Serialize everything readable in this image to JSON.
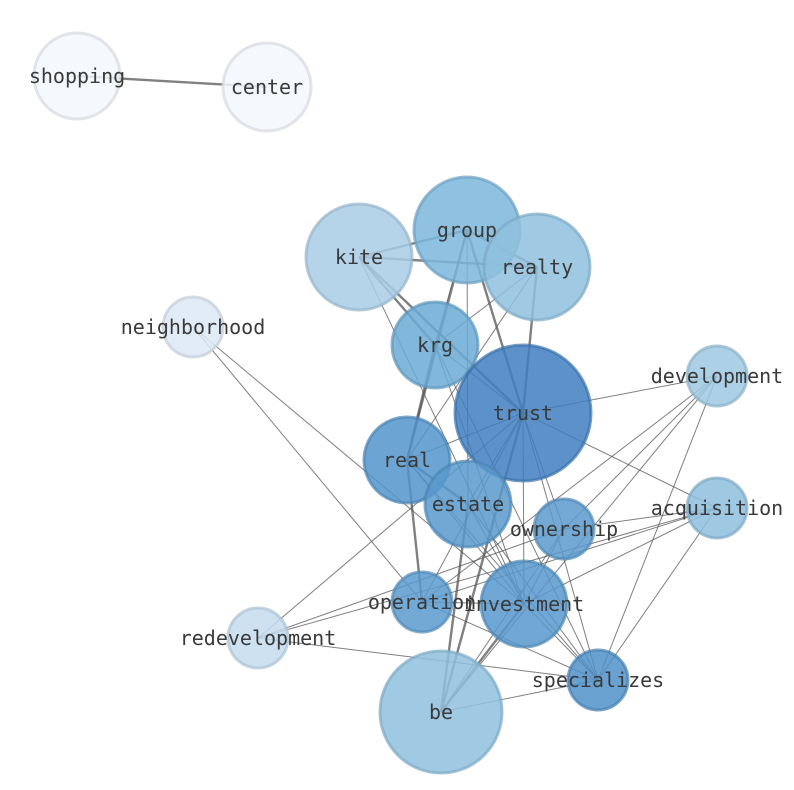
{
  "graph": {
    "nodes": [
      {
        "id": "shopping",
        "label": "shopping",
        "color": "#f3f8fd"
      },
      {
        "id": "center",
        "label": "center",
        "color": "#f3f8fd"
      },
      {
        "id": "group",
        "label": "group",
        "color": "#7bb6da"
      },
      {
        "id": "kite",
        "label": "kite",
        "color": "#a9cde5"
      },
      {
        "id": "realty",
        "label": "realty",
        "color": "#8fc1de"
      },
      {
        "id": "neighborhood",
        "label": "neighborhood",
        "color": "#dce9f6"
      },
      {
        "id": "krg",
        "label": "krg",
        "color": "#6aaad4"
      },
      {
        "id": "trust",
        "label": "trust",
        "color": "#3f7fc0"
      },
      {
        "id": "development",
        "label": "development",
        "color": "#9ec8e2"
      },
      {
        "id": "real",
        "label": "real",
        "color": "#5295cb"
      },
      {
        "id": "estate",
        "label": "estate",
        "color": "#5899cd"
      },
      {
        "id": "acquisition",
        "label": "acquisition",
        "color": "#8ebfdd"
      },
      {
        "id": "ownership",
        "label": "ownership",
        "color": "#5a9acd"
      },
      {
        "id": "operation",
        "label": "operation",
        "color": "#5b9bce"
      },
      {
        "id": "investment",
        "label": "investment",
        "color": "#5898cd"
      },
      {
        "id": "redevelopment",
        "label": "redevelopment",
        "color": "#c4dcee"
      },
      {
        "id": "specializes",
        "label": "specializes",
        "color": "#4f90c8"
      },
      {
        "id": "be",
        "label": "be",
        "color": "#8fc1de"
      }
    ],
    "edges": [
      {
        "source": "shopping",
        "target": "center",
        "weight": 2
      },
      {
        "source": "group",
        "target": "kite",
        "weight": 2
      },
      {
        "source": "group",
        "target": "realty",
        "weight": 2
      },
      {
        "source": "kite",
        "target": "realty",
        "weight": 2
      },
      {
        "source": "group",
        "target": "krg",
        "weight": 1
      },
      {
        "source": "group",
        "target": "trust",
        "weight": 2
      },
      {
        "source": "group",
        "target": "real",
        "weight": 2
      },
      {
        "source": "group",
        "target": "estate",
        "weight": 1
      },
      {
        "source": "kite",
        "target": "trust",
        "weight": 2
      },
      {
        "source": "kite",
        "target": "krg",
        "weight": 2
      },
      {
        "source": "kite",
        "target": "investment",
        "weight": 1
      },
      {
        "source": "realty",
        "target": "trust",
        "weight": 2
      },
      {
        "source": "realty",
        "target": "krg",
        "weight": 1
      },
      {
        "source": "realty",
        "target": "real",
        "weight": 1
      },
      {
        "source": "krg",
        "target": "trust",
        "weight": 1
      },
      {
        "source": "krg",
        "target": "real",
        "weight": 2
      },
      {
        "source": "krg",
        "target": "investment",
        "weight": 1
      },
      {
        "source": "krg",
        "target": "specializes",
        "weight": 1
      },
      {
        "source": "trust",
        "target": "real",
        "weight": 1
      },
      {
        "source": "trust",
        "target": "estate",
        "weight": 1
      },
      {
        "source": "trust",
        "target": "investment",
        "weight": 1
      },
      {
        "source": "trust",
        "target": "be",
        "weight": 2
      },
      {
        "source": "trust",
        "target": "specializes",
        "weight": 1
      },
      {
        "source": "trust",
        "target": "ownership",
        "weight": 1
      },
      {
        "source": "trust",
        "target": "operation",
        "weight": 1
      },
      {
        "source": "trust",
        "target": "development",
        "weight": 1
      },
      {
        "source": "trust",
        "target": "acquisition",
        "weight": 1
      },
      {
        "source": "trust",
        "target": "redevelopment",
        "weight": 1
      },
      {
        "source": "real",
        "target": "estate",
        "weight": 2
      },
      {
        "source": "real",
        "target": "operation",
        "weight": 2
      },
      {
        "source": "real",
        "target": "investment",
        "weight": 1
      },
      {
        "source": "real",
        "target": "specializes",
        "weight": 1
      },
      {
        "source": "estate",
        "target": "be",
        "weight": 2
      },
      {
        "source": "estate",
        "target": "investment",
        "weight": 1
      },
      {
        "source": "estate",
        "target": "specializes",
        "weight": 1
      },
      {
        "source": "neighborhood",
        "target": "operation",
        "weight": 1
      },
      {
        "source": "neighborhood",
        "target": "investment",
        "weight": 1
      },
      {
        "source": "development",
        "target": "operation",
        "weight": 1
      },
      {
        "source": "development",
        "target": "ownership",
        "weight": 1
      },
      {
        "source": "development",
        "target": "specializes",
        "weight": 1
      },
      {
        "source": "development",
        "target": "be",
        "weight": 1
      },
      {
        "source": "acquisition",
        "target": "operation",
        "weight": 1
      },
      {
        "source": "acquisition",
        "target": "investment",
        "weight": 1
      },
      {
        "source": "acquisition",
        "target": "specializes",
        "weight": 1
      },
      {
        "source": "acquisition",
        "target": "ownership",
        "weight": 1
      },
      {
        "source": "acquisition",
        "target": "redevelopment",
        "weight": 1
      },
      {
        "source": "ownership",
        "target": "investment",
        "weight": 1
      },
      {
        "source": "ownership",
        "target": "be",
        "weight": 1
      },
      {
        "source": "ownership",
        "target": "redevelopment",
        "weight": 1
      },
      {
        "source": "operation",
        "target": "investment",
        "weight": 1
      },
      {
        "source": "operation",
        "target": "specializes",
        "weight": 1
      },
      {
        "source": "investment",
        "target": "be",
        "weight": 2
      },
      {
        "source": "investment",
        "target": "specializes",
        "weight": 1
      },
      {
        "source": "redevelopment",
        "target": "specializes",
        "weight": 1
      },
      {
        "source": "be",
        "target": "specializes",
        "weight": 1
      }
    ]
  }
}
